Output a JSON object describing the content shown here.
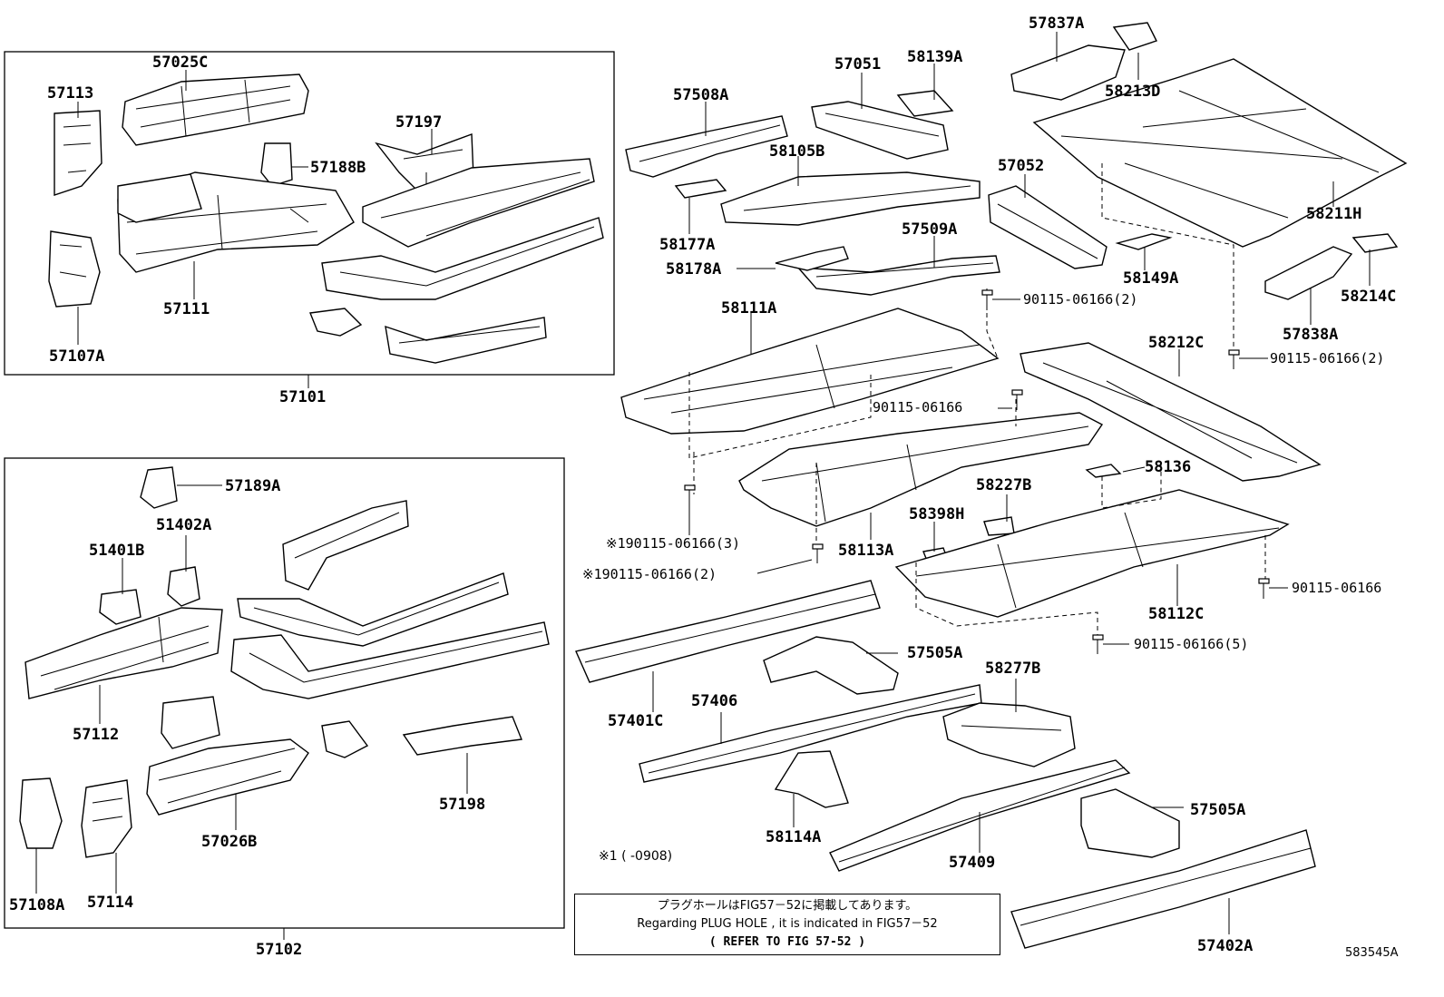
{
  "labels": {
    "l57025C": "57025C",
    "l57113": "57113",
    "l57197": "57197",
    "l57188B": "57188B",
    "l57111": "57111",
    "l57107A": "57107A",
    "l57101": "57101",
    "l57189A": "57189A",
    "l51402A": "51402A",
    "l51401B": "51401B",
    "l57112": "57112",
    "l57026B": "57026B",
    "l57198": "57198",
    "l57108A": "57108A",
    "l57114": "57114",
    "l57102": "57102",
    "l57508A": "57508A",
    "l57051": "57051",
    "l58139A": "58139A",
    "l57837A": "57837A",
    "l58213D": "58213D",
    "l58105B": "58105B",
    "l57052": "57052",
    "l58211H": "58211H",
    "l58177A": "58177A",
    "l57509A": "57509A",
    "l58178A": "58178A",
    "l58149A": "58149A",
    "l58214C": "58214C",
    "l57838A": "57838A",
    "l58111A": "58111A",
    "l58212C": "58212C",
    "l58136": "58136",
    "l58227B": "58227B",
    "l58398H": "58398H",
    "l58113A": "58113A",
    "l58112C": "58112C",
    "l57505A_1": "57505A",
    "l57401C": "57401C",
    "l57406": "57406",
    "l58277B": "58277B",
    "l58114A": "58114A",
    "l57409": "57409",
    "l57505A_2": "57505A",
    "l57402A": "57402A"
  },
  "fasteners": {
    "f1": "90115-06166(2)",
    "f2": "90115-06166(2)",
    "f3": "90115-06166",
    "f4": "※190115-06166(3)",
    "f5": "※190115-06166(2)",
    "f6": "90115-06166",
    "f7": "90115-06166(5)"
  },
  "notes": {
    "footnote": "※1 (    -0908)",
    "refer_line1": "プラグホールはFIG57－52に掲載してあります。",
    "refer_line2": "Regarding PLUG HOLE , it is indicated in FIG57－52",
    "refer_line3": "(      REFER TO FIG 57-52       )",
    "figure_number": "583545A"
  }
}
